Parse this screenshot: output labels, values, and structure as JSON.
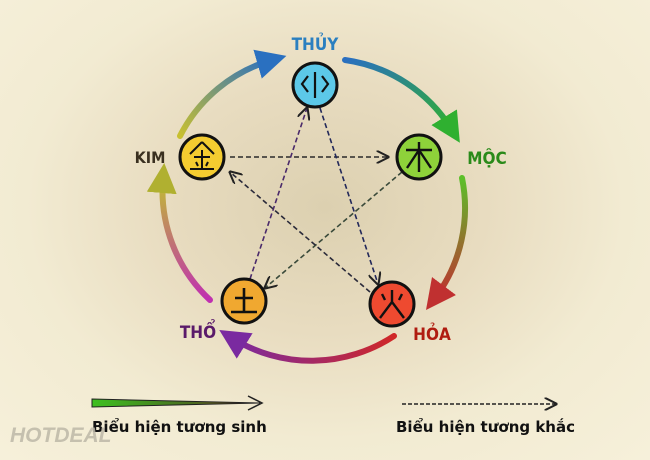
{
  "elements": [
    {
      "id": "thuy",
      "label": "THỦY",
      "color": "#2a7fc0",
      "fill": "#5cc8e8"
    },
    {
      "id": "moc",
      "label": "MỘC",
      "color": "#2a8a1a",
      "fill": "#8ed23a"
    },
    {
      "id": "hoa",
      "label": "HỎA",
      "color": "#b01c10",
      "fill": "#ee4a30"
    },
    {
      "id": "tho",
      "label": "THỔ",
      "color": "#5a1a6a",
      "fill": "#f0a830"
    },
    {
      "id": "kim",
      "label": "KIM",
      "color": "#3a3020",
      "fill": "#f4cc30"
    }
  ],
  "legend": {
    "generating": "Biểu hiện tương sinh",
    "overcoming": "Biểu hiện tương khắc"
  },
  "watermark": "HOTDEAL"
}
